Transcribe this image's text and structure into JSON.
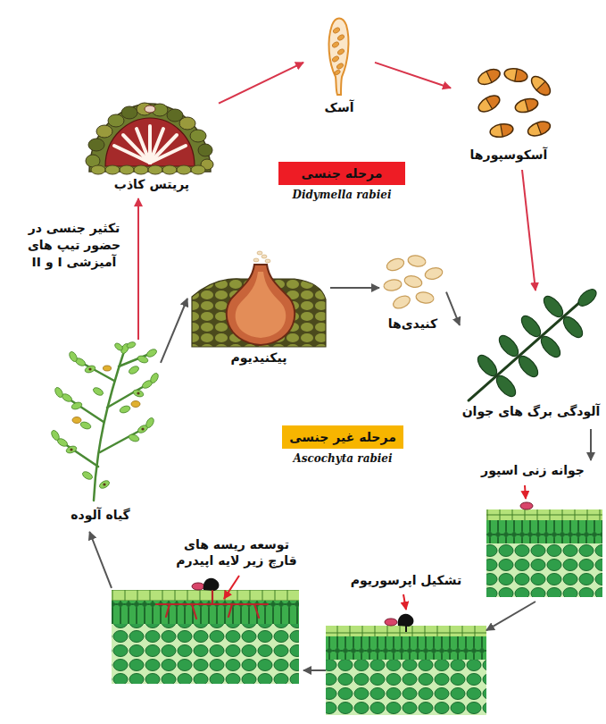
{
  "diagram": {
    "nodes": [
      {
        "text": [
          "آسک"
        ]
      },
      {
        "text": [
          "پریتس کاذب"
        ]
      },
      {
        "text": [
          "آسکوسپورها"
        ]
      },
      {
        "text": [
          "مرحله جنسی",
          "Didymella rabiei"
        ]
      },
      {
        "text": [
          "کنیدی‌ها"
        ]
      },
      {
        "text": [
          "پیکنیدیوم"
        ]
      },
      {
        "text": [
          "آلودگی برگ های جوان"
        ]
      },
      {
        "text": [
          "گیاه آلوده"
        ]
      },
      {
        "text": [
          "مرحله غیر جنسی",
          "Ascochyta rabiei"
        ]
      },
      {
        "text": [
          "جوانه زنی اسپور"
        ]
      },
      {
        "text": [
          "توسعه ریسه های قارچ زیر لایه اپیدرم"
        ]
      },
      {
        "text": [
          "تشکیل اپرسوریوم"
        ]
      }
    ],
    "edges": [
      {
        "from": 7,
        "to": 1,
        "arrow": "to",
        "label": "تکثیر جنسی در حضور تیپ های آمیزشی I و II"
      },
      {
        "from": 1,
        "to": 0,
        "arrow": "to"
      },
      {
        "from": 0,
        "to": 2,
        "arrow": "to"
      },
      {
        "from": 2,
        "to": 6,
        "arrow": "to"
      },
      {
        "from": 7,
        "to": 5,
        "arrow": "to"
      },
      {
        "from": 5,
        "to": 4,
        "arrow": "to"
      },
      {
        "from": 4,
        "to": 6,
        "arrow": "to"
      },
      {
        "from": 6,
        "to": 9,
        "arrow": "to"
      },
      {
        "from": 9,
        "to": 11,
        "arrow": "to"
      },
      {
        "from": 11,
        "to": 10,
        "arrow": "to"
      },
      {
        "from": 10,
        "to": 7,
        "arrow": "to"
      }
    ]
  }
}
